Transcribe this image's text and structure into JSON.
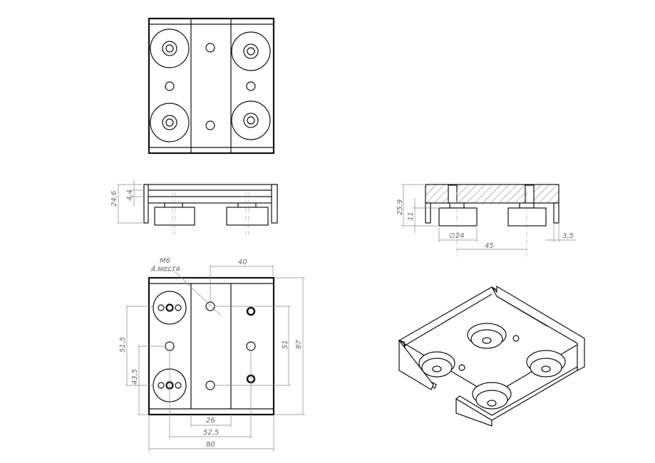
{
  "drawing": {
    "side_view": {
      "height_total": "24,6",
      "plate_thickness": "4,4"
    },
    "section_view": {
      "height_total": "25,9",
      "wheel_offset": "11",
      "wheel_diameter": "∅24",
      "wheel_spacing": "45",
      "flange_thickness": "3,5"
    },
    "bottom_view": {
      "thread_label": "M6",
      "thread_count": "4 места",
      "hole_spacing_x": "40",
      "wheel_spacing_y": "51,5",
      "hole_offset_y": "43,5",
      "hole_spacing_y": "51",
      "total_height": "87",
      "center_width": "26",
      "hole_spacing_x2": "52,5",
      "total_width": "80"
    }
  }
}
